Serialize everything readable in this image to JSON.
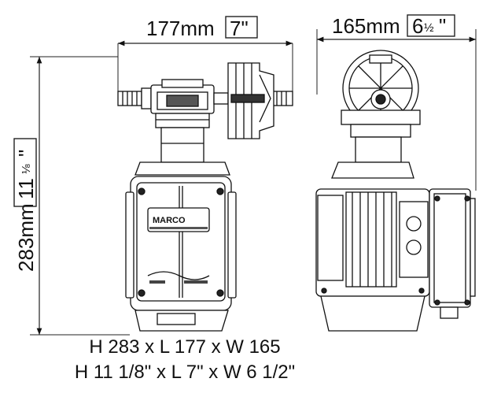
{
  "dimensions": {
    "width_front": {
      "value": "177mm",
      "inch": "7\""
    },
    "width_side": {
      "value": "165mm",
      "inch_whole": "6",
      "inch_frac": "½",
      "inch_close": "\""
    },
    "height": {
      "value": "283mm",
      "inch_whole": "11",
      "inch_frac": "⅛",
      "inch_close": "\""
    }
  },
  "logo": {
    "brand": "MARCO"
  },
  "caption": {
    "metric": "H 283 x L 177 x W 165",
    "imperial": "H 11 1/8\" x L 7\" x W 6 1/2\""
  }
}
